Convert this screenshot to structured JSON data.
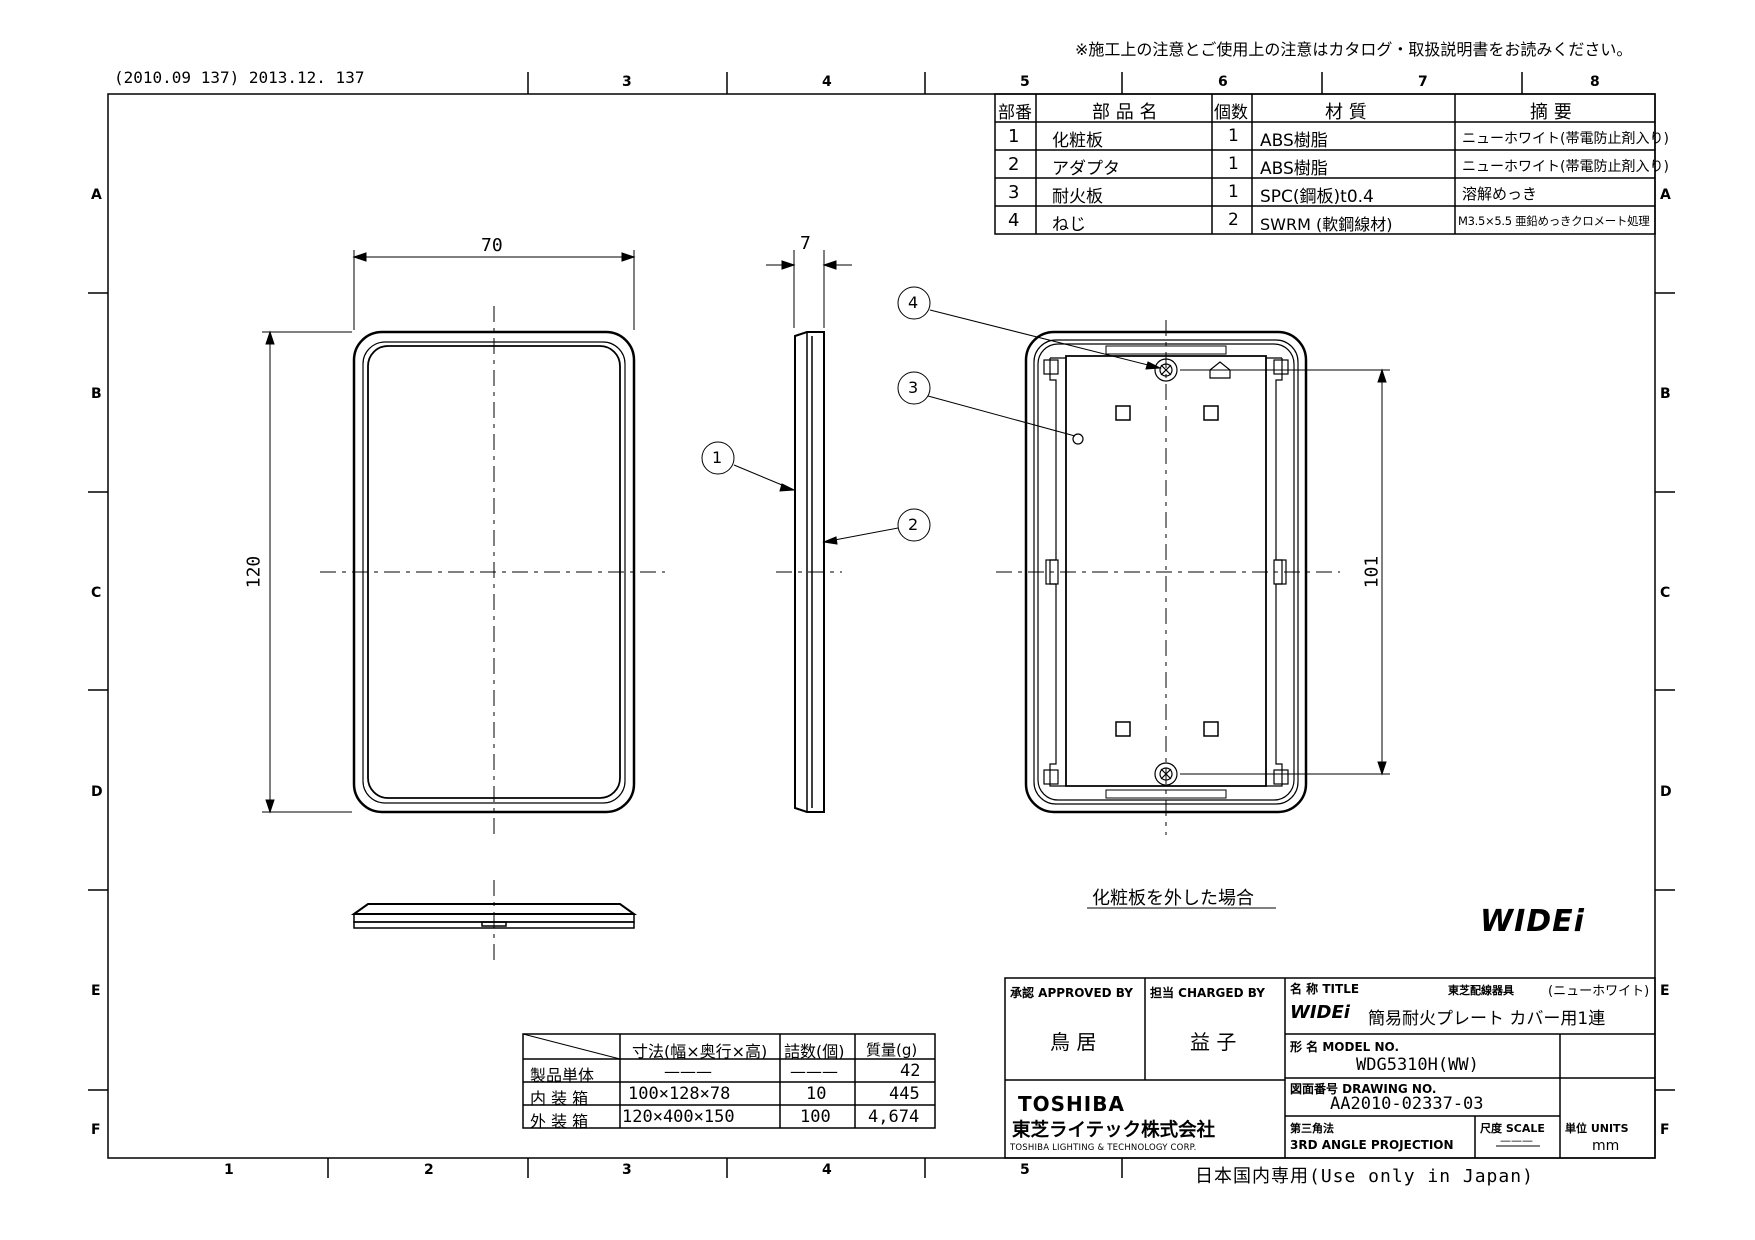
{
  "header_note": "※施工上の注意とご使用上の注意はカタログ・取扱説明書をお読みください。",
  "revision": "(2010.09 137)  2013.12. 137",
  "grid": {
    "top_cols": [
      "3",
      "4",
      "5",
      "6",
      "7",
      "8"
    ],
    "bottom_cols": [
      "1",
      "2",
      "3",
      "4",
      "5"
    ],
    "rows": [
      "A",
      "B",
      "C",
      "D",
      "E",
      "F"
    ]
  },
  "parts_table": {
    "headers": [
      "部番",
      "部 品 名",
      "個数",
      "材 質",
      "摘 要"
    ],
    "rows": [
      {
        "no": "1",
        "name": "化粧板",
        "qty": "1",
        "material": "ABS樹脂",
        "note": "ニューホワイト(帯電防止剤入り)"
      },
      {
        "no": "2",
        "name": "アダプタ",
        "qty": "1",
        "material": "ABS樹脂",
        "note": "ニューホワイト(帯電防止剤入り)"
      },
      {
        "no": "3",
        "name": "耐火板",
        "qty": "1",
        "material": "SPC(鋼板)t0.4",
        "note": "溶解めっき"
      },
      {
        "no": "4",
        "name": "ねじ",
        "qty": "2",
        "material": "SWRM (軟鋼線材)",
        "note": "M3.5×5.5 亜鉛めっきクロメート処理"
      }
    ]
  },
  "dimensions": {
    "width": "70",
    "height": "120",
    "depth": "7",
    "screw_pitch": "101"
  },
  "balloons": [
    "1",
    "2",
    "3",
    "4"
  ],
  "view_caption": "化粧板を外した場合",
  "brand_logo": "WIDEi",
  "package_table": {
    "headers": [
      "寸法(幅×奥行×高)",
      "詰数(個)",
      "質量(g)"
    ],
    "rows": [
      {
        "label": "製品単体",
        "size": "———",
        "count": "———",
        "mass": "42"
      },
      {
        "label": "内 装 箱",
        "size": "100×128×78",
        "count": "10",
        "mass": "445"
      },
      {
        "label": "外 装 箱",
        "size": "120×400×150",
        "count": "100",
        "mass": "4,674"
      }
    ]
  },
  "title_block": {
    "approved_label": "承認 APPROVED BY",
    "approved_name": "鳥 居",
    "charged_label": "担当 CHARGED BY",
    "charged_name": "益 子",
    "title_label": "名 称 TITLE",
    "title_maker": "東芝配線器具",
    "title_color": "(ニューホワイト)",
    "title_text": "簡易耐火プレート カバー用1連",
    "model_label": "形 名 MODEL NO.",
    "model_no": "WDG5310H(WW)",
    "drawing_label": "図面番号 DRAWING NO.",
    "drawing_no": "AA2010-02337-03",
    "projection_label": "第三角法",
    "projection": "3RD ANGLE PROJECTION",
    "scale_label": "尺度 SCALE",
    "scale_value": "———",
    "units_label": "単位 UNITS",
    "units_value": "mm",
    "company_en": "TOSHIBA",
    "company_jp": "東芝ライテック株式会社",
    "company_full": "TOSHIBA LIGHTING & TECHNOLOGY CORP."
  },
  "footer_note": "日本国内専用(Use only in Japan)"
}
